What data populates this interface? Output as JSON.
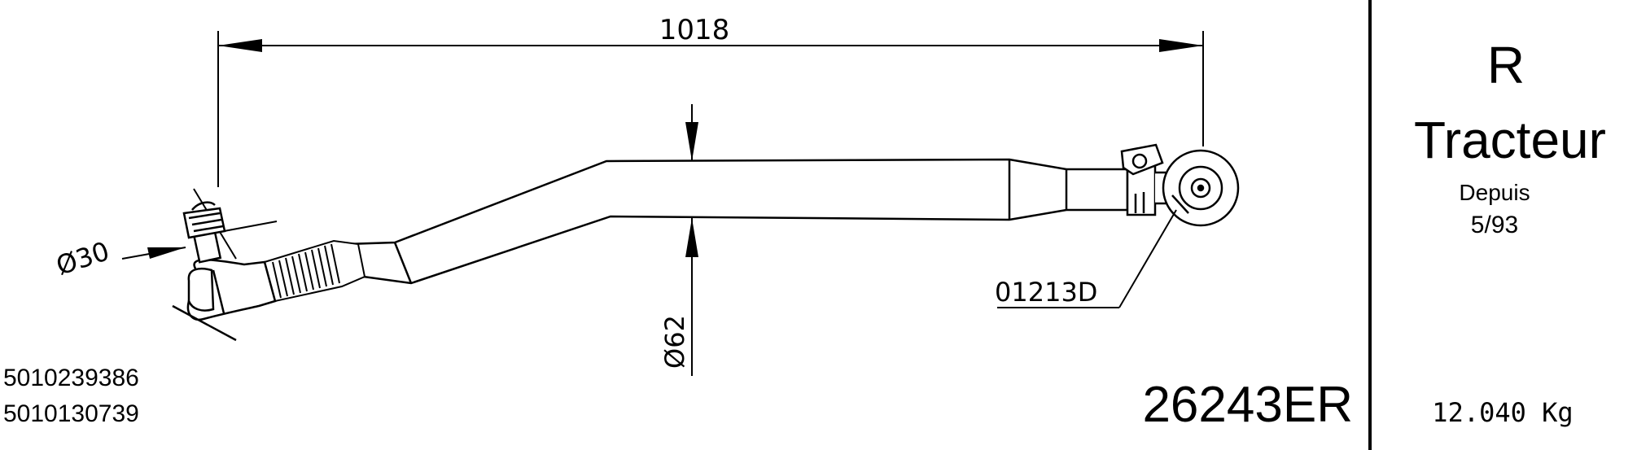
{
  "drawing": {
    "overall_length": "1018",
    "tube_diameter": "Ø62",
    "ball_pin_diameter": "Ø30",
    "joint_ref": "01213D",
    "oem_numbers": [
      "5010239386",
      "5010130739"
    ],
    "part_number": "26243ER"
  },
  "spec": {
    "brand": "R",
    "application": "Tracteur",
    "since_label": "Depuis",
    "since_date": "5/93",
    "weight": "12.040 Kg"
  }
}
